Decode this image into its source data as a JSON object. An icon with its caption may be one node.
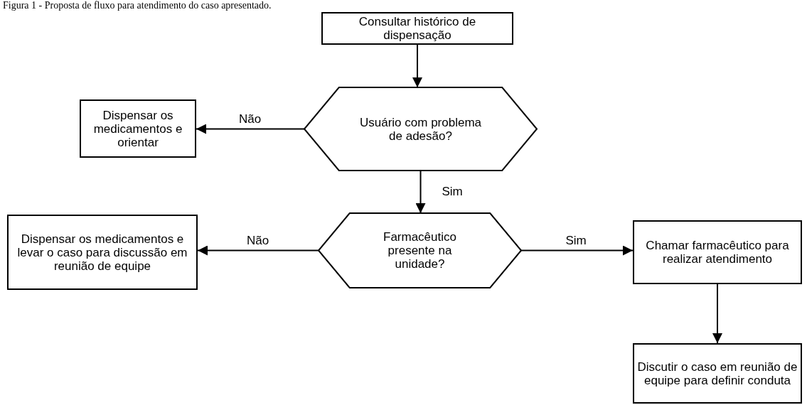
{
  "diagram": {
    "title": "Figura 1 - Proposta de fluxo para atendimento do caso apresentado.",
    "nodes": [
      {
        "text": [
          "Consultar histórico de dispensação"
        ]
      },
      {
        "text": [
          "Usuário com problema de adesão?"
        ]
      },
      {
        "text": [
          "Dispensar os medicamentos e orientar"
        ]
      },
      {
        "text": [
          "Farmacêutico presente na unidade?"
        ]
      },
      {
        "text": [
          "Dispensar os medicamentos e levar o caso para discussão em reunião de equipe"
        ]
      },
      {
        "text": [
          "Chamar farmacêutico para realizar atendimento"
        ]
      },
      {
        "text": [
          "Discutir o caso em reunião de equipe para definir conduta"
        ]
      }
    ],
    "edges": [
      {
        "from": 0,
        "to": 1,
        "arrow": "to"
      },
      {
        "from": 1,
        "to": 2,
        "arrow": "to",
        "label": "Não"
      },
      {
        "from": 1,
        "to": 3,
        "arrow": "to",
        "label": "Sim"
      },
      {
        "from": 3,
        "to": 4,
        "arrow": "to",
        "label": "Não"
      },
      {
        "from": 3,
        "to": 5,
        "arrow": "to",
        "label": "Sim"
      },
      {
        "from": 5,
        "to": 6,
        "arrow": "to"
      }
    ]
  }
}
